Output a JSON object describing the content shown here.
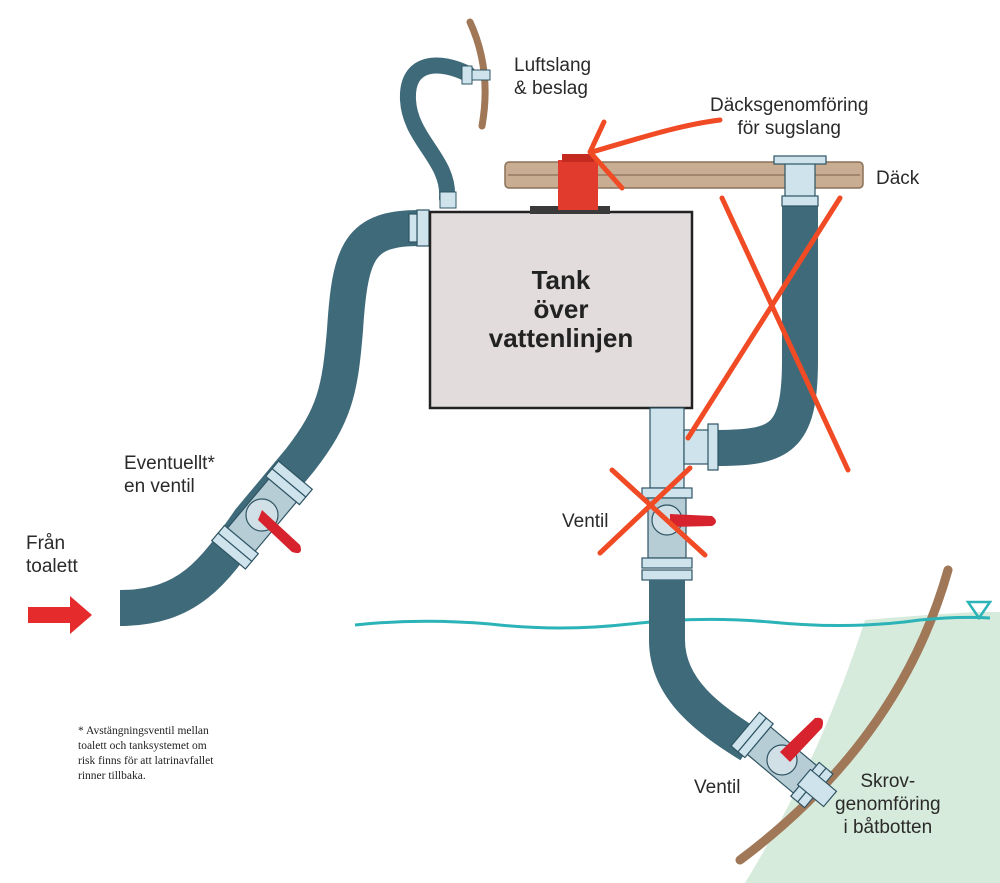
{
  "labels": {
    "luftslang": "Luftslang\n& beslag",
    "dacksgenomforing": "Däcksgenomföring\nför sugslang",
    "dack": "Däck",
    "tank": "Tank\növer\nvattenlinjen",
    "eventuellt": "Eventuellt*\nen ventil",
    "fran_toalett": "Från\ntoalett",
    "ventil_mid": "Ventil",
    "ventil_bottom": "Ventil",
    "skrov": "Skrov-\ngenomföring\ni båtbotten"
  },
  "footnote": "* Avstängningsventil mellan\ntoalett och tanksystemet om\nrisk finns för att latrinavfallet\nrinner tillbaka.",
  "colors": {
    "hose": "#3f6a7a",
    "hose_edge": "#2f5463",
    "tank_fill": "#e2dcdd",
    "tank_edge": "#222222",
    "deck": "#c8ad92",
    "deck_edge": "#8a7058",
    "fitting": "#cfe3ec",
    "valve_body": "#b7cdd6",
    "valve_handle": "#d7232d",
    "red_mark": "#f04b25",
    "water_line": "#2bb3b8",
    "sea_bed": "#d7ebdc",
    "hull": "#a07858",
    "arrow": "#e52b2b"
  },
  "icons": [
    "arrow-right-icon",
    "cross-out-icon",
    "water-level-icon",
    "valve-icon"
  ]
}
